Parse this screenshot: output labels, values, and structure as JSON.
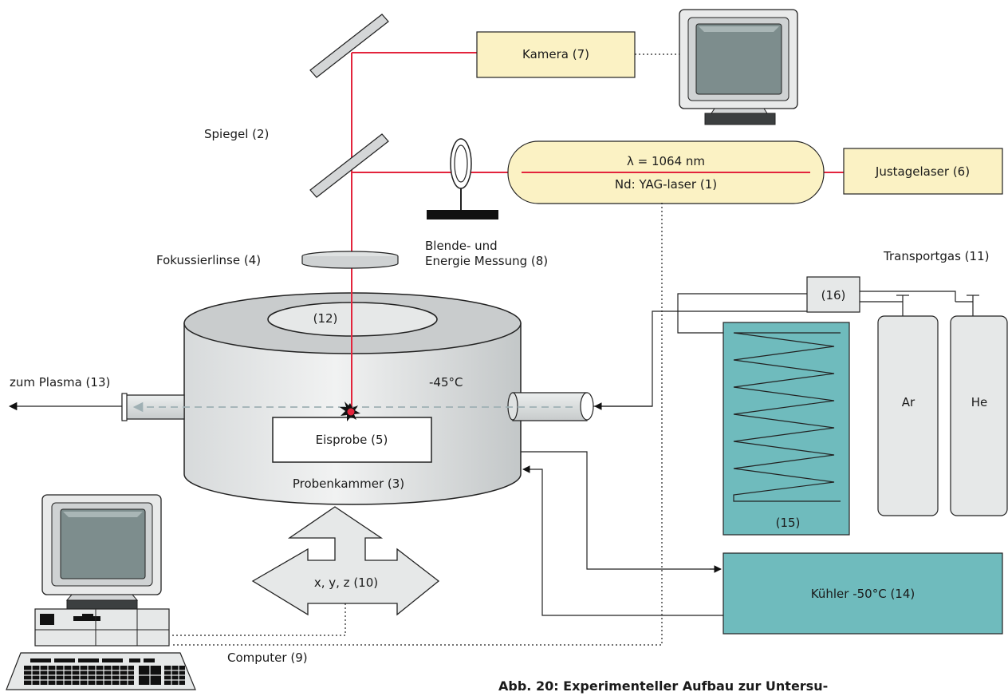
{
  "diagram": {
    "colors": {
      "laser_beam": "#e3243c",
      "box_yellow": "#fbf2c4",
      "teal": "#6fbbbd",
      "chamber_grey": "#c9cccd",
      "chamber_light": "#e6e8e8"
    },
    "labels": {
      "kamera": "Kamera (7)",
      "spiegel": "Spiegel (2)",
      "laser_wavelength": "λ = 1064 nm",
      "laser_name": "Nd: YAG-laser (1)",
      "justagelaser": "Justagelaser (6)",
      "blende_line1": "Blende- und",
      "blende_line2": "Energie Messung (8)",
      "fokussierlinse": "Fokussierlinse (4)",
      "transportgas": "Transportgas (11)",
      "valve": "(16)",
      "window": "(12)",
      "temperature": "-45°C",
      "zum_plasma": "zum Plasma (13)",
      "eisprobe": "Eisprobe (5)",
      "probenkammer": "Probenkammer (3)",
      "argon": "Ar",
      "helium": "He",
      "cooler_coil": "(15)",
      "xyz_stage": "x, y, z (10)",
      "kuehler": "Kühler -50°C (14)",
      "computer": "Computer (9)",
      "caption": "Abb. 20: Experimenteller Aufbau zur Untersu-"
    }
  }
}
